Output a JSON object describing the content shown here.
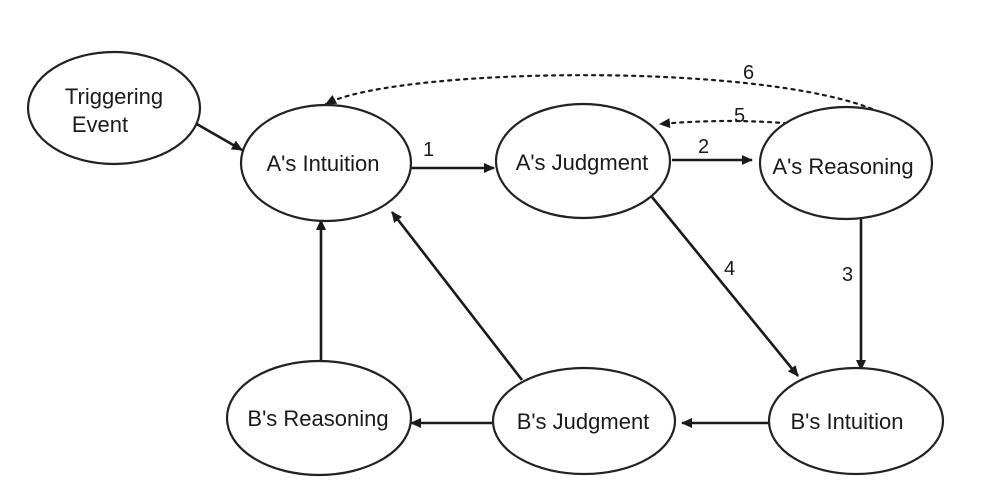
{
  "nodes": {
    "triggering_event": {
      "line1": "Triggering",
      "line2": "Event"
    },
    "a_intuition": "A's Intuition",
    "a_judgment": "A's Judgment",
    "a_reasoning": "A's Reasoning",
    "b_reasoning": "B's Reasoning",
    "b_judgment": "B's Judgment",
    "b_intuition": "B's Intuition"
  },
  "edges": {
    "e1": "1",
    "e2": "2",
    "e3": "3",
    "e4": "4",
    "e5": "5",
    "e6": "6"
  },
  "colors": {
    "stroke": "#1a1a1a",
    "background": "#ffffff"
  }
}
